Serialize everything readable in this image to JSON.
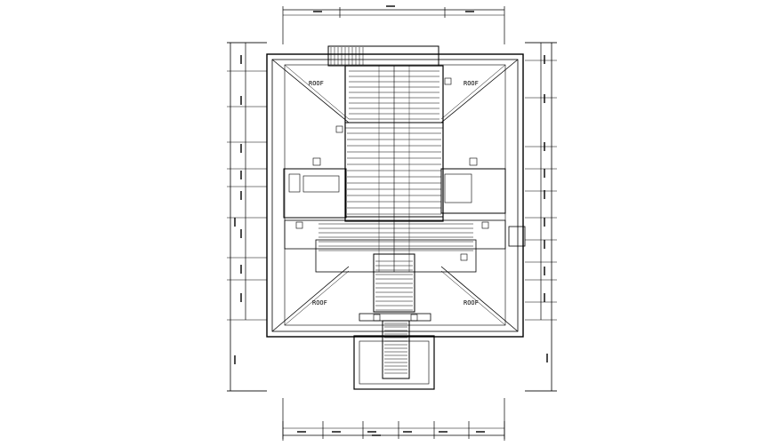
{
  "drawing": {
    "type": "architectural roof framing plan",
    "line_color": "#000000",
    "background": "#ffffff"
  },
  "labels": {
    "roof_top_left": "ROOF",
    "roof_top_right": "ROOF",
    "roof_bottom_left": "ROOF",
    "roof_bottom_right": "ROOF"
  }
}
